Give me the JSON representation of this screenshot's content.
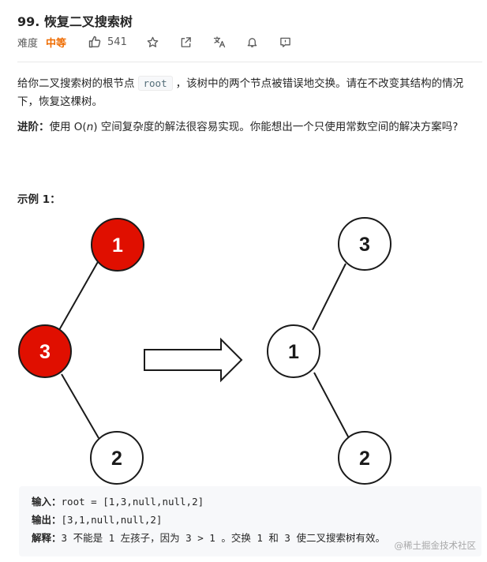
{
  "problem": {
    "title": "99. 恢复二叉搜索树",
    "difficulty_label": "难度",
    "difficulty": "中等",
    "likes": "541"
  },
  "description": {
    "p1_before": "给你二叉搜索树的根节点",
    "p1_code": "root",
    "p1_after": "，该树中的两个节点被错误地交换。请在不改变其结构的情况下，恢复这棵树。",
    "advanced_label": "进阶：",
    "advanced_text_before": "使用 O(",
    "advanced_text_n": "n",
    "advanced_text_after": ") 空间复杂度的解法很容易实现。你能想出一个只使用常数空间的解决方案吗?"
  },
  "example": {
    "heading": "示例 1：",
    "before_tree": {
      "root": "1",
      "left": "3",
      "left_right": "2"
    },
    "after_tree": {
      "root": "3",
      "left": "1",
      "left_right": "2"
    },
    "input_label": "输入：",
    "input_value": "root = [1,3,null,null,2]",
    "output_label": "输出：",
    "output_value": "[3,1,null,null,2]",
    "explain_label": "解释：",
    "explain_value": "3 不能是 1 左孩子，因为 3 > 1 。交换 1 和 3 使二叉搜索树有效。"
  },
  "watermark": "@稀土掘金技术社区",
  "colors": {
    "swapped_fill": "#e00f00",
    "difficulty": "#ef6c00",
    "node_stroke": "#1a1a1a"
  }
}
